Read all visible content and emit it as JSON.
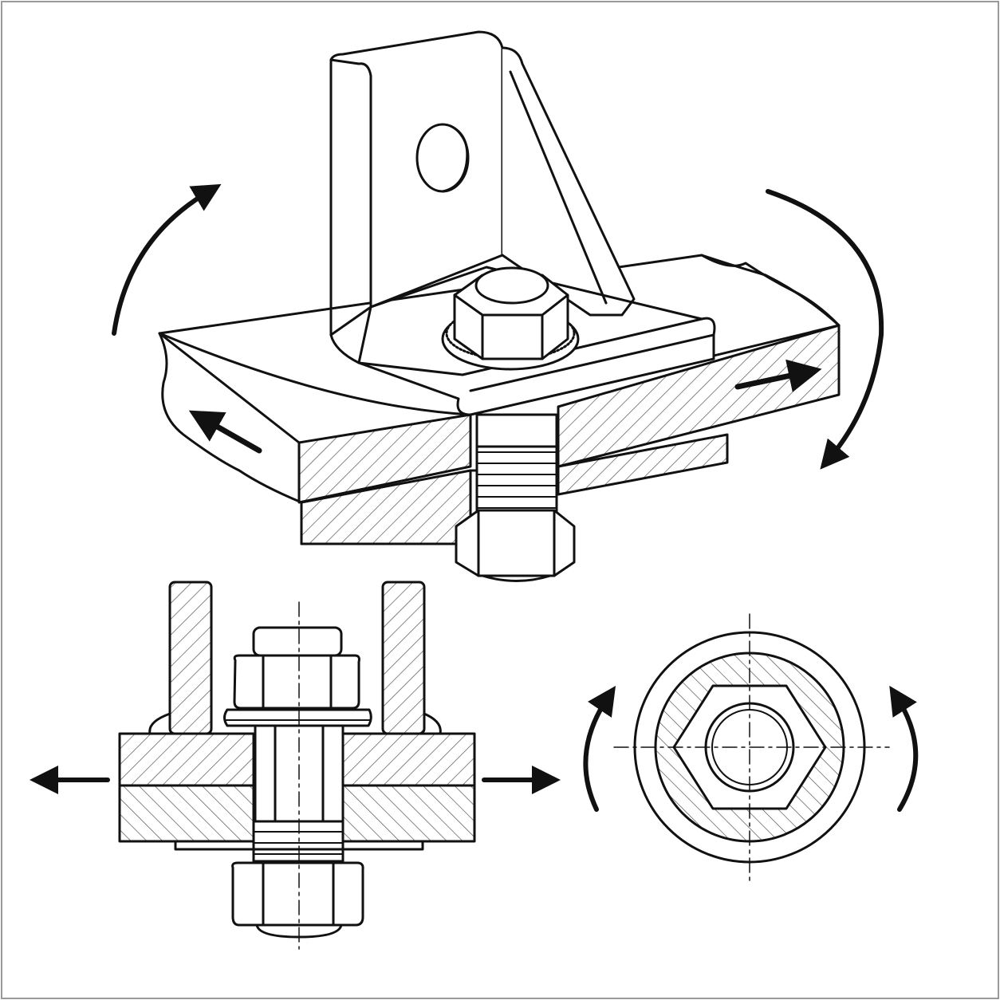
{
  "figure": {
    "stroke_color": "#111111",
    "background_color": "#ffffff",
    "frame_color": "#9a9a9a"
  },
  "views": [
    {
      "id": "isometric-assembly",
      "depicts": [
        "l-bracket",
        "hex-bolt",
        "washer",
        "hex-nut",
        "upper-plate",
        "lower-plate"
      ]
    },
    {
      "id": "section-view",
      "depicts": [
        "bracket-section",
        "hex-bolt",
        "washer",
        "hex-nut",
        "upper-plate",
        "lower-plate"
      ]
    },
    {
      "id": "top-view",
      "depicts": [
        "serrated-washer",
        "hex-head",
        "bolt-end"
      ]
    }
  ],
  "icons": [
    "arrow-rotate-ccw-icon",
    "arrow-rotate-cw-icon",
    "arrow-left-icon",
    "arrow-right-icon"
  ]
}
